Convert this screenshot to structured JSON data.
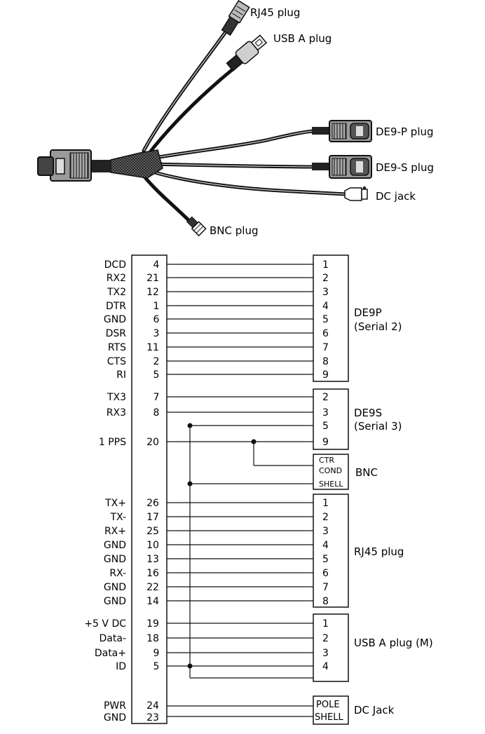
{
  "cable": {
    "labels": {
      "rj45": "RJ45 plug",
      "usb": "USB A plug",
      "de9p": "DE9-P plug",
      "de9s": "DE9-S plug",
      "dc": "DC jack",
      "bnc": "BNC plug"
    }
  },
  "wiring": {
    "groups": {
      "de9p": {
        "title": "DE9P",
        "subtitle": "(Serial 2)"
      },
      "de9s": {
        "title": "DE9S",
        "subtitle": "(Serial 3)"
      },
      "bnc": {
        "title": "BNC",
        "pins": [
          "CTR",
          "COND",
          "SHELL"
        ]
      },
      "rj45": {
        "title": "RJ45 plug"
      },
      "usb": {
        "title": "USB A plug (M)"
      },
      "dc": {
        "title": "DC Jack",
        "pins": [
          "POLE",
          "SHELL"
        ]
      }
    },
    "rows": [
      {
        "signal": "DCD",
        "pin": "4",
        "target": "1"
      },
      {
        "signal": "RX2",
        "pin": "21",
        "target": "2"
      },
      {
        "signal": "TX2",
        "pin": "12",
        "target": "3"
      },
      {
        "signal": "DTR",
        "pin": "1",
        "target": "4"
      },
      {
        "signal": "GND",
        "pin": "6",
        "target": "5"
      },
      {
        "signal": "DSR",
        "pin": "3",
        "target": "6"
      },
      {
        "signal": "RTS",
        "pin": "11",
        "target": "7"
      },
      {
        "signal": "CTS",
        "pin": "2",
        "target": "8"
      },
      {
        "signal": "RI",
        "pin": "5",
        "target": "9"
      },
      {
        "signal": "TX3",
        "pin": "7",
        "target": "2"
      },
      {
        "signal": "RX3",
        "pin": "8",
        "target": "3"
      },
      {
        "signal": "",
        "pin": "",
        "target": "5"
      },
      {
        "signal": "1 PPS",
        "pin": "20",
        "target": "9"
      },
      {
        "signal": "TX+",
        "pin": "26",
        "target": "1"
      },
      {
        "signal": "TX-",
        "pin": "17",
        "target": "2"
      },
      {
        "signal": "RX+",
        "pin": "25",
        "target": "3"
      },
      {
        "signal": "GND",
        "pin": "10",
        "target": "4"
      },
      {
        "signal": "GND",
        "pin": "13",
        "target": "5"
      },
      {
        "signal": "RX-",
        "pin": "16",
        "target": "6"
      },
      {
        "signal": "GND",
        "pin": "22",
        "target": "7"
      },
      {
        "signal": "GND",
        "pin": "14",
        "target": "8"
      },
      {
        "signal": "+5 V DC",
        "pin": "19",
        "target": "1"
      },
      {
        "signal": "Data-",
        "pin": "18",
        "target": "2"
      },
      {
        "signal": "Data+",
        "pin": "9",
        "target": "3"
      },
      {
        "signal": "ID",
        "pin": "5",
        "target": "4"
      },
      {
        "signal": "PWR",
        "pin": "24",
        "target": ""
      },
      {
        "signal": "GND",
        "pin": "23",
        "target": ""
      }
    ]
  }
}
